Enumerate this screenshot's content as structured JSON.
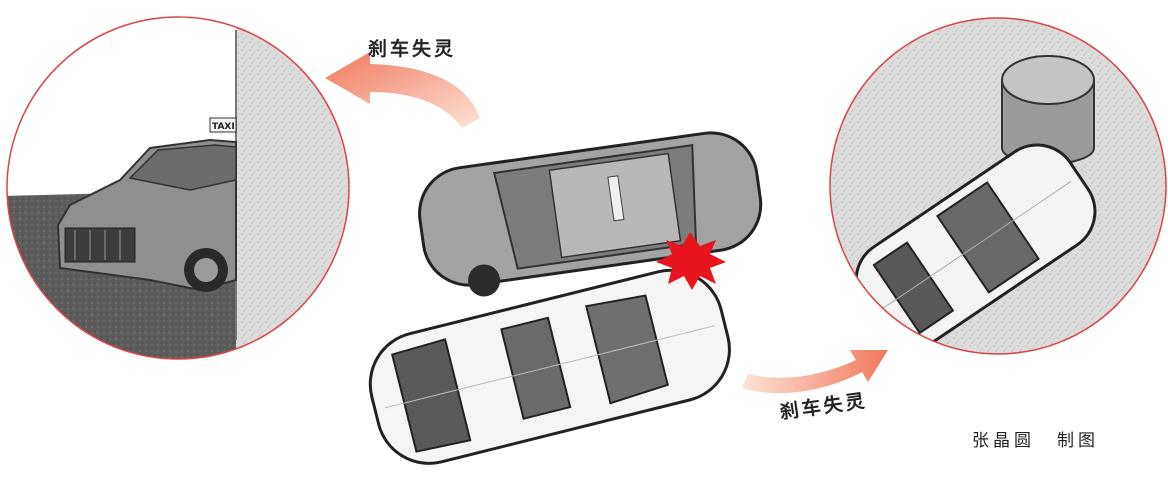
{
  "labels": {
    "brake_failure_top": "刹车失灵",
    "brake_failure_bottom": "刹车失灵"
  },
  "credit": {
    "author": "张晶圆",
    "role": "制图"
  },
  "taxi_sign": "TAXI",
  "colors": {
    "circle_border": "#d9434b",
    "arrow": "#f08060",
    "crash_burst": "#e8141e",
    "road": "#5a5a5a",
    "wall": "#e4e4e4",
    "car_white": "#f4f4f4",
    "car_gray": "#9a9a9a"
  },
  "icons": [
    "crash-burst-icon",
    "curved-arrow-icon"
  ]
}
